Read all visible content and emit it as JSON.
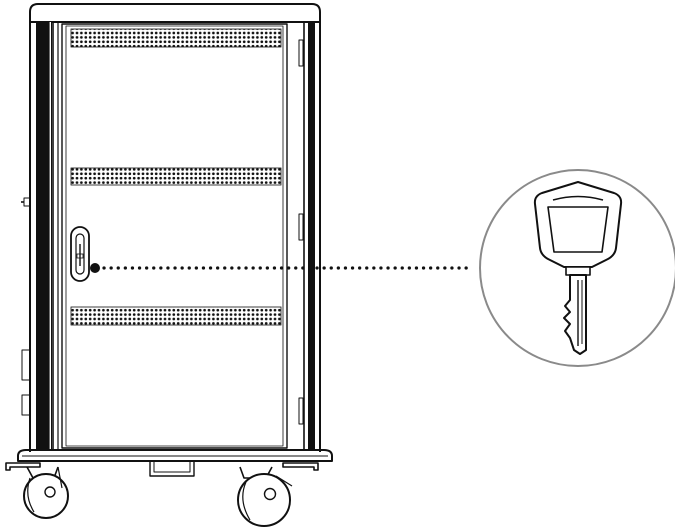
{
  "diagram": {
    "subject": "charging-cart-front-view",
    "callout": {
      "target": "door-lock",
      "icon": "key-icon",
      "style": "dotted-leader-to-circle"
    },
    "vent_rows": 3,
    "casters": 2,
    "colors": {
      "line": "#111111",
      "circle": "#8a8a8a",
      "background": "#ffffff"
    }
  }
}
